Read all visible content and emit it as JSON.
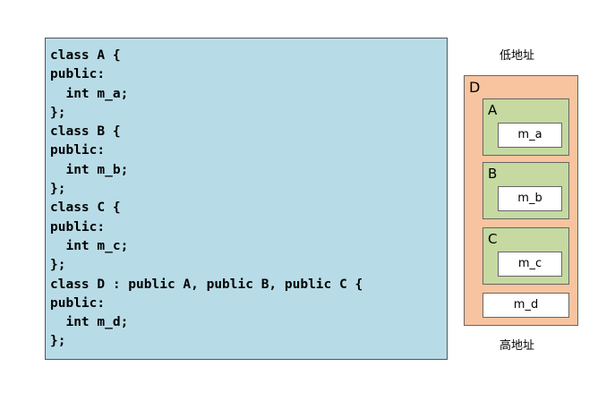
{
  "code": [
    "class A {",
    "public:",
    "  int m_a;",
    "};",
    "class B {",
    "public:",
    "  int m_b;",
    "};",
    "class C {",
    "public:",
    "  int m_c;",
    "};",
    "class D : public A, public B, public C {",
    "public:",
    "  int m_d;",
    "};"
  ],
  "layout_diagram": {
    "low_address_label": "低地址",
    "high_address_label": "高地址",
    "outer": {
      "label": "D",
      "color": "#f8c4a0",
      "own_member": "m_d"
    },
    "subobjects": [
      {
        "label": "A",
        "member": "m_a",
        "color": "#c5d9a0"
      },
      {
        "label": "B",
        "member": "m_b",
        "color": "#c5d9a0"
      },
      {
        "label": "C",
        "member": "m_c",
        "color": "#c5d9a0"
      }
    ]
  },
  "colors": {
    "code_background": "#b8dce7"
  }
}
